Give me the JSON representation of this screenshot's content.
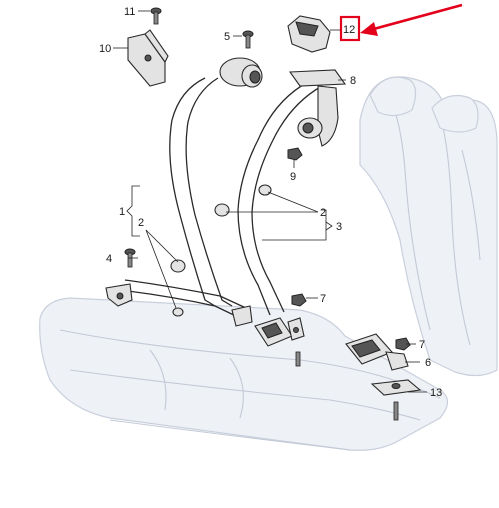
{
  "callouts": {
    "c1": "1",
    "c2a": "2",
    "c2b": "2",
    "c3": "3",
    "c4": "4",
    "c5": "5",
    "c6": "6",
    "c7a": "7",
    "c7b": "7",
    "c8": "8",
    "c9": "9",
    "c10": "10",
    "c11": "11",
    "c12": "12",
    "c13": "13"
  },
  "colors": {
    "highlight": "#e3001b",
    "ink": "#222222",
    "seat": "#eef1f6"
  }
}
